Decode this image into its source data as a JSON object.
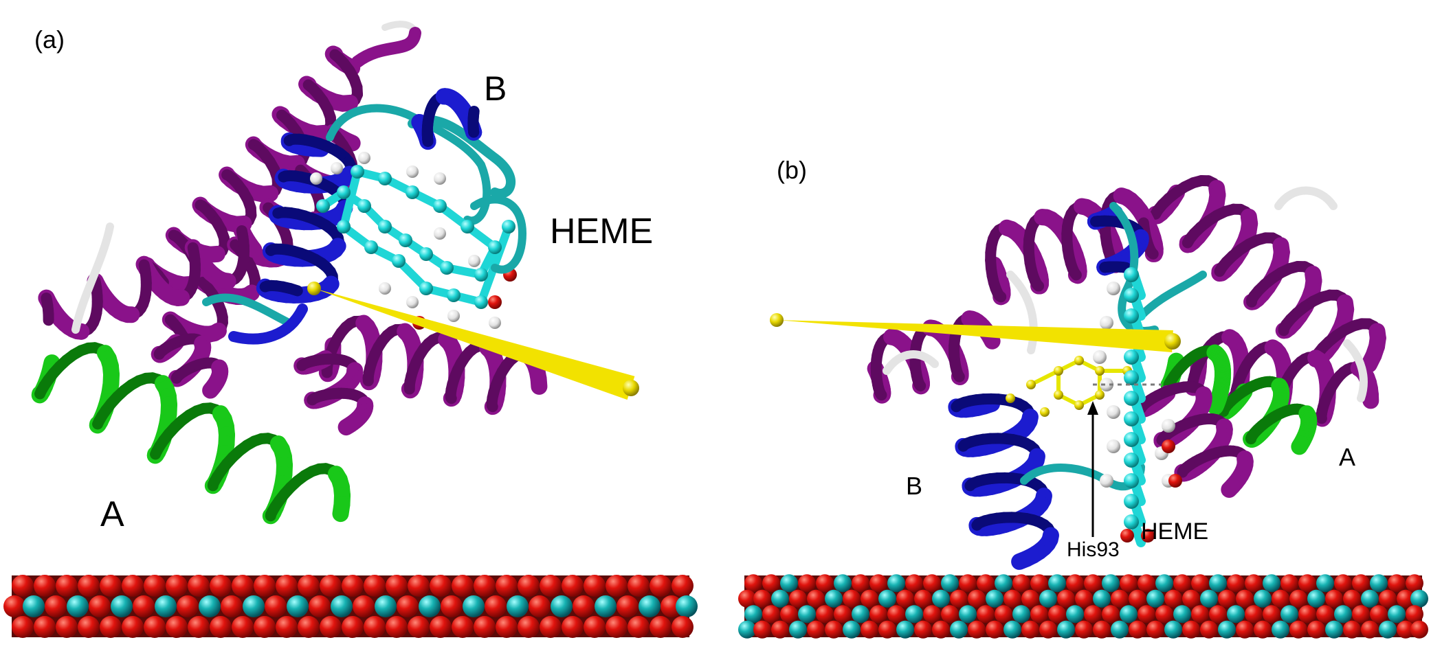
{
  "panel_a": {
    "panel_label": "(a)",
    "label_A": "A",
    "label_B": "B",
    "label_heme": "HEME"
  },
  "panel_b": {
    "panel_label": "(b)",
    "label_A": "A",
    "label_B": "B",
    "label_heme": "HEME",
    "label_his": "His93"
  },
  "colors": {
    "helix": "#8a128a",
    "helix_dark": "#5e0a60",
    "helix_a": "#19c819",
    "helix_a_dark": "#0a7a0a",
    "helix_b": "#1c1ccf",
    "helix_b_dark": "#0a0a78",
    "loop_white": "#e4e4e4",
    "loop_cyan": "#1aa8a8",
    "heme_carbon": "#1fd6d6",
    "oxygen": "#e01818",
    "hydrogen": "#f2f2f2",
    "arrow": "#f2e200",
    "surface_red": "#e0140e",
    "surface_cyan": "#1ab8b8",
    "his": "#e6e600"
  }
}
